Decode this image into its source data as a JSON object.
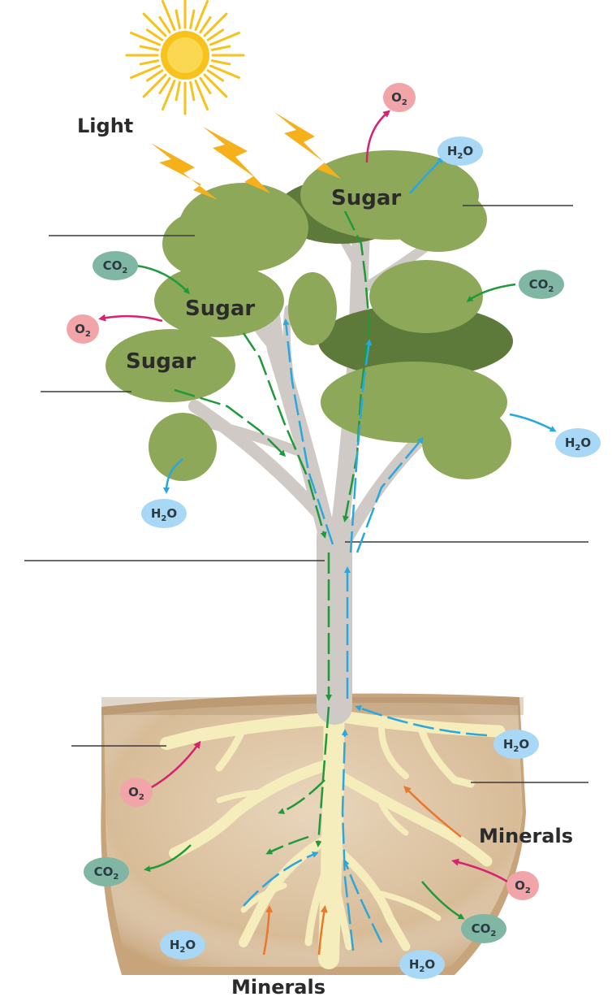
{
  "labels": {
    "light": "Light",
    "sugar_top": "Sugar",
    "sugar_left_upper": "Sugar",
    "sugar_left_lower": "Sugar",
    "minerals_right": "Minerals",
    "minerals_bottom": "Minerals"
  },
  "molecules": {
    "o2": {
      "main": "O",
      "sub": "2"
    },
    "co2": {
      "main": "CO",
      "sub": "2"
    },
    "h2o": {
      "pre": "H",
      "sub": "2",
      "post": "O"
    }
  },
  "colors": {
    "sun": "#f8c21c",
    "lightning": "#f5b01c",
    "foliage": "#8ea85a",
    "foliage_dark": "#5d7a3a",
    "trunk": "#cfcac6",
    "root": "#f6edbd",
    "soil": "#c9a880",
    "sugar_arrow": "#1f9a3a",
    "water_arrow": "#2aa7dc",
    "o2_arrow": "#d8226e",
    "mineral_arrow": "#e8782a",
    "o2_bubble": "#f1a5a9",
    "co2_bubble": "#7fb7a4",
    "h2o_bubble": "#a8d8f5"
  }
}
